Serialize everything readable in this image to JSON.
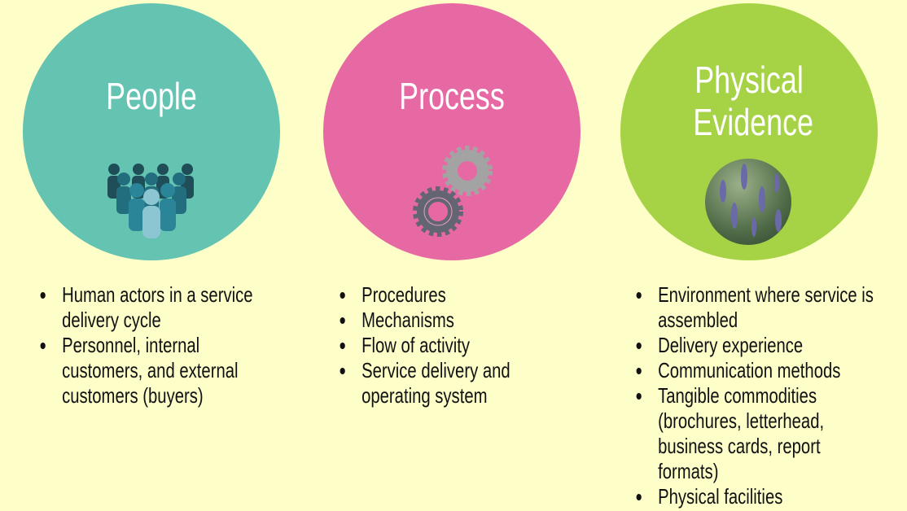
{
  "columns": [
    {
      "title": "People",
      "icon": "people-group-icon",
      "color": "#64c3b1",
      "bullets": [
        "Human actors in a service delivery cycle",
        "Personnel, internal customers, and external customers (buyers)"
      ]
    },
    {
      "title": "Process",
      "icon": "gears-icon",
      "color": "#e769a3",
      "bullets": [
        "Procedures",
        "Mechanisms",
        "Flow of activity",
        "Service delivery and operating system"
      ]
    },
    {
      "title": "Physical Evidence",
      "icon": "lavender-photo",
      "color": "#a5d345",
      "bullets": [
        "Environment where service is assembled",
        "Delivery experience",
        "Communication methods",
        "Tangible commodities (brochures, letterhead, business cards, report formats)",
        "Physical facilities"
      ]
    }
  ]
}
